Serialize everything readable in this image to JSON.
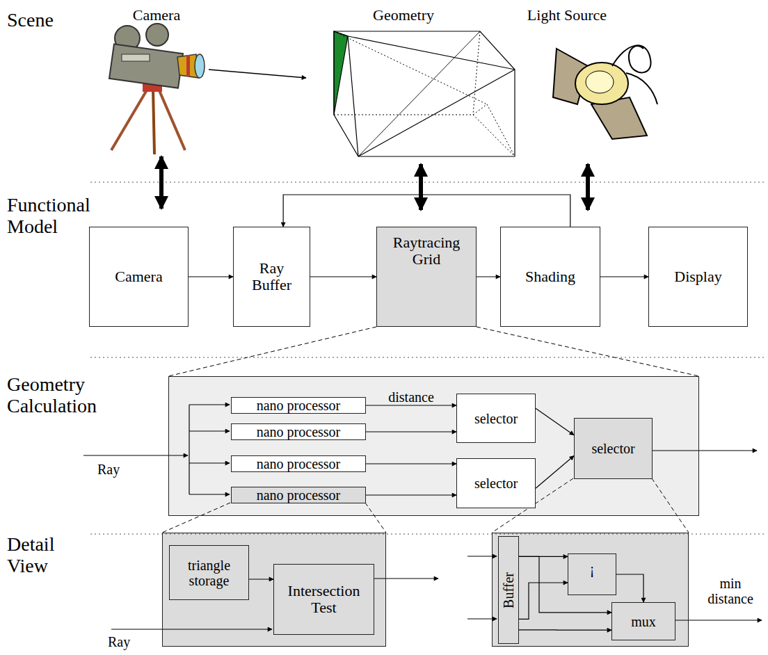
{
  "diagram": {
    "nodes": [
      {
        "text": [
          "Camera"
        ]
      },
      {
        "text": [
          "Ray Buffer"
        ]
      },
      {
        "text": [
          "Raytracing Grid"
        ]
      },
      {
        "text": [
          "Shading"
        ]
      },
      {
        "text": [
          "Display"
        ]
      },
      {
        "text": []
      },
      {
        "text": [
          "nano processor"
        ],
        "in": 5
      },
      {
        "text": [
          "nano processor"
        ],
        "in": 5
      },
      {
        "text": [
          "nano processor"
        ],
        "in": 5
      },
      {
        "text": [
          "nano processor"
        ],
        "in": 5
      },
      {
        "text": [
          "selector"
        ],
        "in": 5
      },
      {
        "text": [
          "selector"
        ],
        "in": 5
      },
      {
        "text": [
          "selector"
        ],
        "in": 5
      },
      {
        "text": []
      },
      {
        "text": [
          "triangle storage"
        ],
        "in": 13
      },
      {
        "text": [
          "Intersection Test"
        ],
        "in": 13
      },
      {
        "text": []
      },
      {
        "text": [
          "Buffer"
        ],
        "in": 16
      },
      {
        "text": [
          "¡"
        ],
        "in": 16
      },
      {
        "text": [
          "mux"
        ],
        "in": 16
      }
    ],
    "edges": [
      {
        "from": 0,
        "to": 1,
        "arrow": "to"
      },
      {
        "from": 1,
        "to": 2,
        "arrow": "to"
      },
      {
        "from": 2,
        "to": 3,
        "arrow": "to"
      },
      {
        "from": 3,
        "to": 4,
        "arrow": "to"
      },
      {
        "from": 3,
        "to": 1,
        "arrow": "to"
      },
      {
        "from": 6,
        "to": 10,
        "label": "distance",
        "arrow": "to"
      },
      {
        "from": 7,
        "to": 10,
        "arrow": "to"
      },
      {
        "from": 8,
        "to": 11,
        "arrow": "to"
      },
      {
        "from": 9,
        "to": 11,
        "arrow": "to"
      },
      {
        "from": 10,
        "to": 12,
        "arrow": "to"
      },
      {
        "from": 11,
        "to": 12,
        "arrow": "to"
      },
      {
        "from": 14,
        "to": 15,
        "arrow": "to"
      },
      {
        "from": 17,
        "to": 18,
        "arrow": "to"
      },
      {
        "from": 17,
        "to": 18,
        "arrow": "to"
      },
      {
        "from": 17,
        "to": 19,
        "arrow": "to"
      },
      {
        "from": 17,
        "to": 19,
        "arrow": "to"
      },
      {
        "from": 18,
        "to": 19,
        "arrow": "to"
      }
    ],
    "labels": [
      "Scene",
      "Camera",
      "Geometry",
      "Light Source",
      "Functional Model",
      "Geometry Calculation",
      "Ray",
      "Detail View",
      "Ray",
      "min distance"
    ]
  }
}
